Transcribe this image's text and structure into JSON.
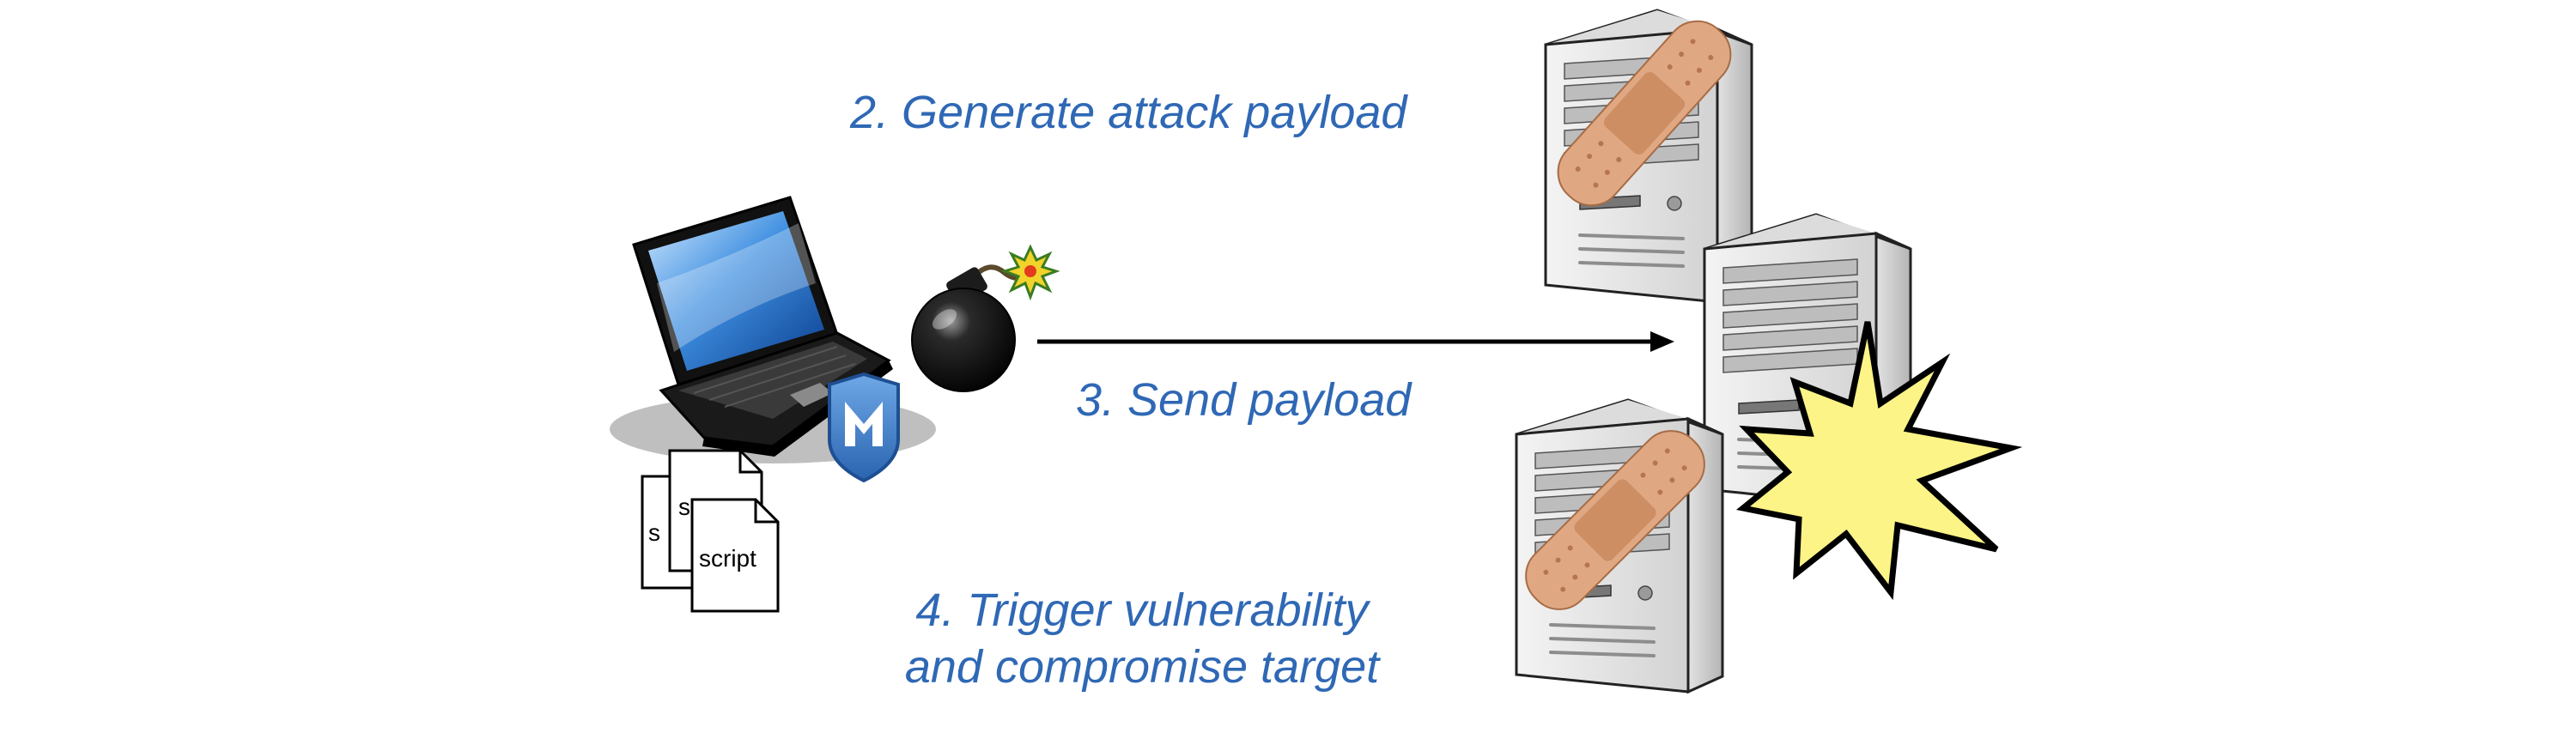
{
  "captions": {
    "generate": "2. Generate attack payload",
    "send": "3. Send payload",
    "trigger_line1": "4. Trigger vulnerability",
    "trigger_line2": "and compromise target"
  },
  "scripts": {
    "back_label": "s",
    "middle_label": "s",
    "front_label": "script"
  },
  "icons": {
    "attacker": "laptop-icon",
    "framework": "metasploit-logo",
    "payload": "bomb-icon",
    "targets": [
      "server-patched-icon",
      "server-exploded-icon",
      "server-patched-icon"
    ]
  },
  "colors": {
    "caption": "#2f68b5",
    "arrow": "#000000",
    "explosion_fill": "#fcf487",
    "patch": "#e0a882",
    "logo": "#3a78c3"
  }
}
